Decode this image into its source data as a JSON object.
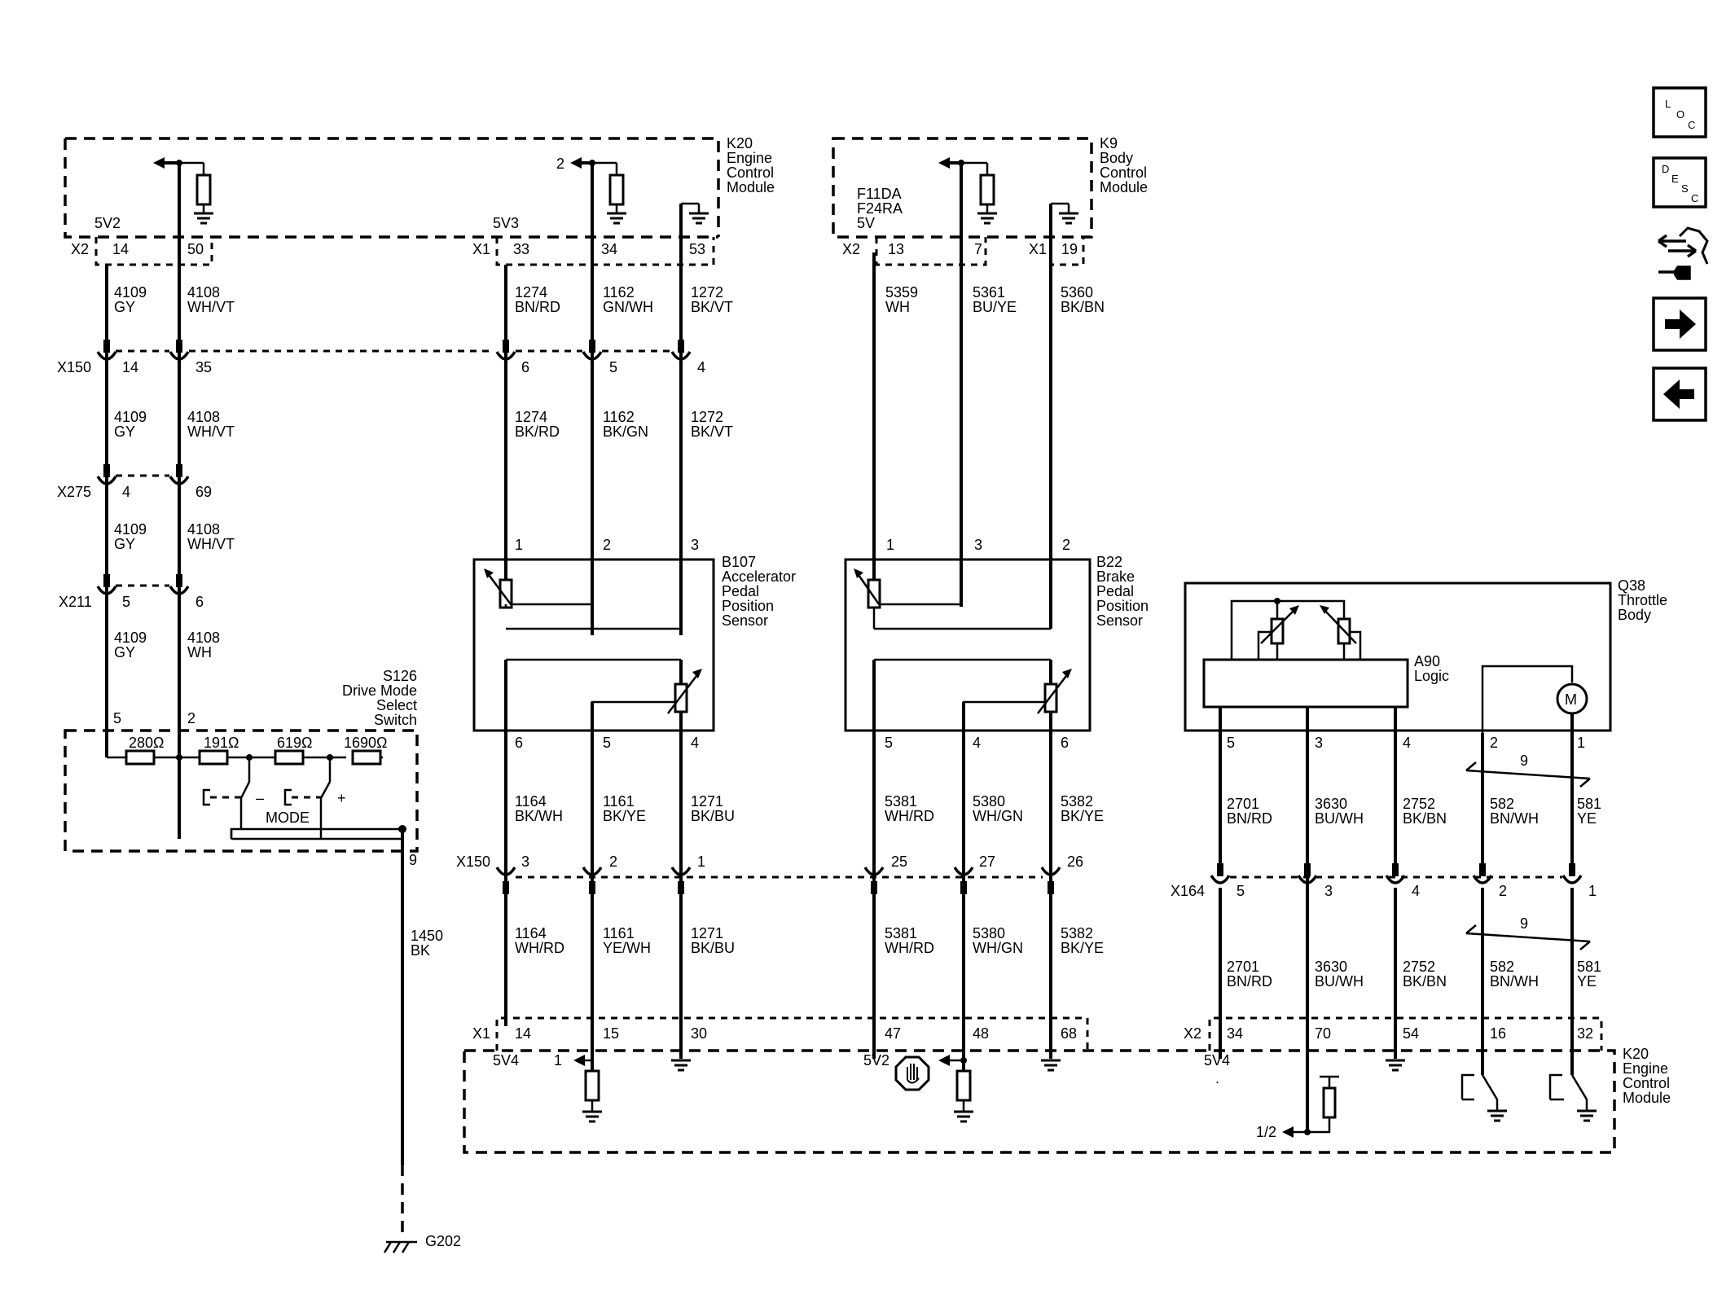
{
  "modules": {
    "k20_top": "K20\nEngine\nControl\nModule",
    "k9": "K9\nBody\nControl\nModule",
    "k20_bottom": "K20\nEngine\nControl\nModule",
    "b107": "B107\nAccelerator\nPedal\nPosition\nSensor",
    "b22": "B22\nBrake\nPedal\nPosition\nSensor",
    "q38": "Q38\nThrottle\nBody",
    "a90": "A90\nLogic",
    "s126": "S126\nDrive Mode\nSelect\nSwitch",
    "k9_supply": "F11DA\nF24RA\n5V"
  },
  "connectors": {
    "x150": "X150",
    "x275": "X275",
    "x211": "X211",
    "x164": "X164",
    "x1": "X1",
    "x2": "X2",
    "g202": "G202"
  },
  "refs": {
    "v5v2": "5V2",
    "v5v3": "5V3",
    "v5v4": "5V4",
    "ref2": "2",
    "ref1": "1",
    "ref12": "1/2",
    "mode": "MODE",
    "minus": "–",
    "plus": "+",
    "motor": "M",
    "r280": "280",
    "r191": "191",
    "r619": "619",
    "r1690": "1690",
    "ohm": "Ω",
    "twist": "9",
    "dot": "."
  },
  "pins": {
    "p14": "14",
    "p50": "50",
    "p33": "33",
    "p34": "34",
    "p53": "53",
    "p13": "13",
    "p7": "7",
    "p19": "19",
    "p35": "35",
    "p6": "6",
    "p5": "5",
    "p4": "4",
    "p69": "69",
    "p1": "1",
    "p2": "2",
    "p3": "3",
    "p9": "9",
    "p25": "25",
    "p27": "27",
    "p26": "26",
    "p15": "15",
    "p30": "30",
    "p47": "47",
    "p48": "48",
    "p68": "68",
    "p70": "70",
    "p54": "54",
    "p16": "16",
    "p32": "32"
  },
  "wires": {
    "w4109": "4109",
    "w4108": "4108",
    "w1274": "1274",
    "w1162": "1162",
    "w1272": "1272",
    "w5359": "5359",
    "w5361": "5361",
    "w5360": "5360",
    "w1450": "1450",
    "w1164": "1164",
    "w1161": "1161",
    "w1271": "1271",
    "w5381": "5381",
    "w5380": "5380",
    "w5382": "5382",
    "w2701": "2701",
    "w3630": "3630",
    "w2752": "2752",
    "w582": "582",
    "w581": "581"
  },
  "colors": {
    "GY": "GY",
    "WHVT": "WH/VT",
    "WH": "WH",
    "BNRD": "BN/RD",
    "GNWH": "GN/WH",
    "BKVT": "BK/VT",
    "BKRD": "BK/RD",
    "BKGN": "BK/GN",
    "BUYE": "BU/YE",
    "BKBN": "BK/BN",
    "BK": "BK",
    "BKWH": "BK/WH",
    "BKYE": "BK/YE",
    "BKBU": "BK/BU",
    "WHRD": "WH/RD",
    "WHGN": "WH/GN",
    "BUWH": "BU/WH",
    "BNWH": "BN/WH",
    "YE": "YE",
    "YEWH": "YE/WH"
  },
  "nav": {
    "loc": [
      "L",
      "O",
      "C"
    ],
    "desc": [
      "D",
      "E",
      "S",
      "C"
    ],
    "icons": [
      "loc-icon",
      "desc-icon",
      "connector-service-icon",
      "next-arrow-icon",
      "previous-arrow-icon"
    ]
  }
}
